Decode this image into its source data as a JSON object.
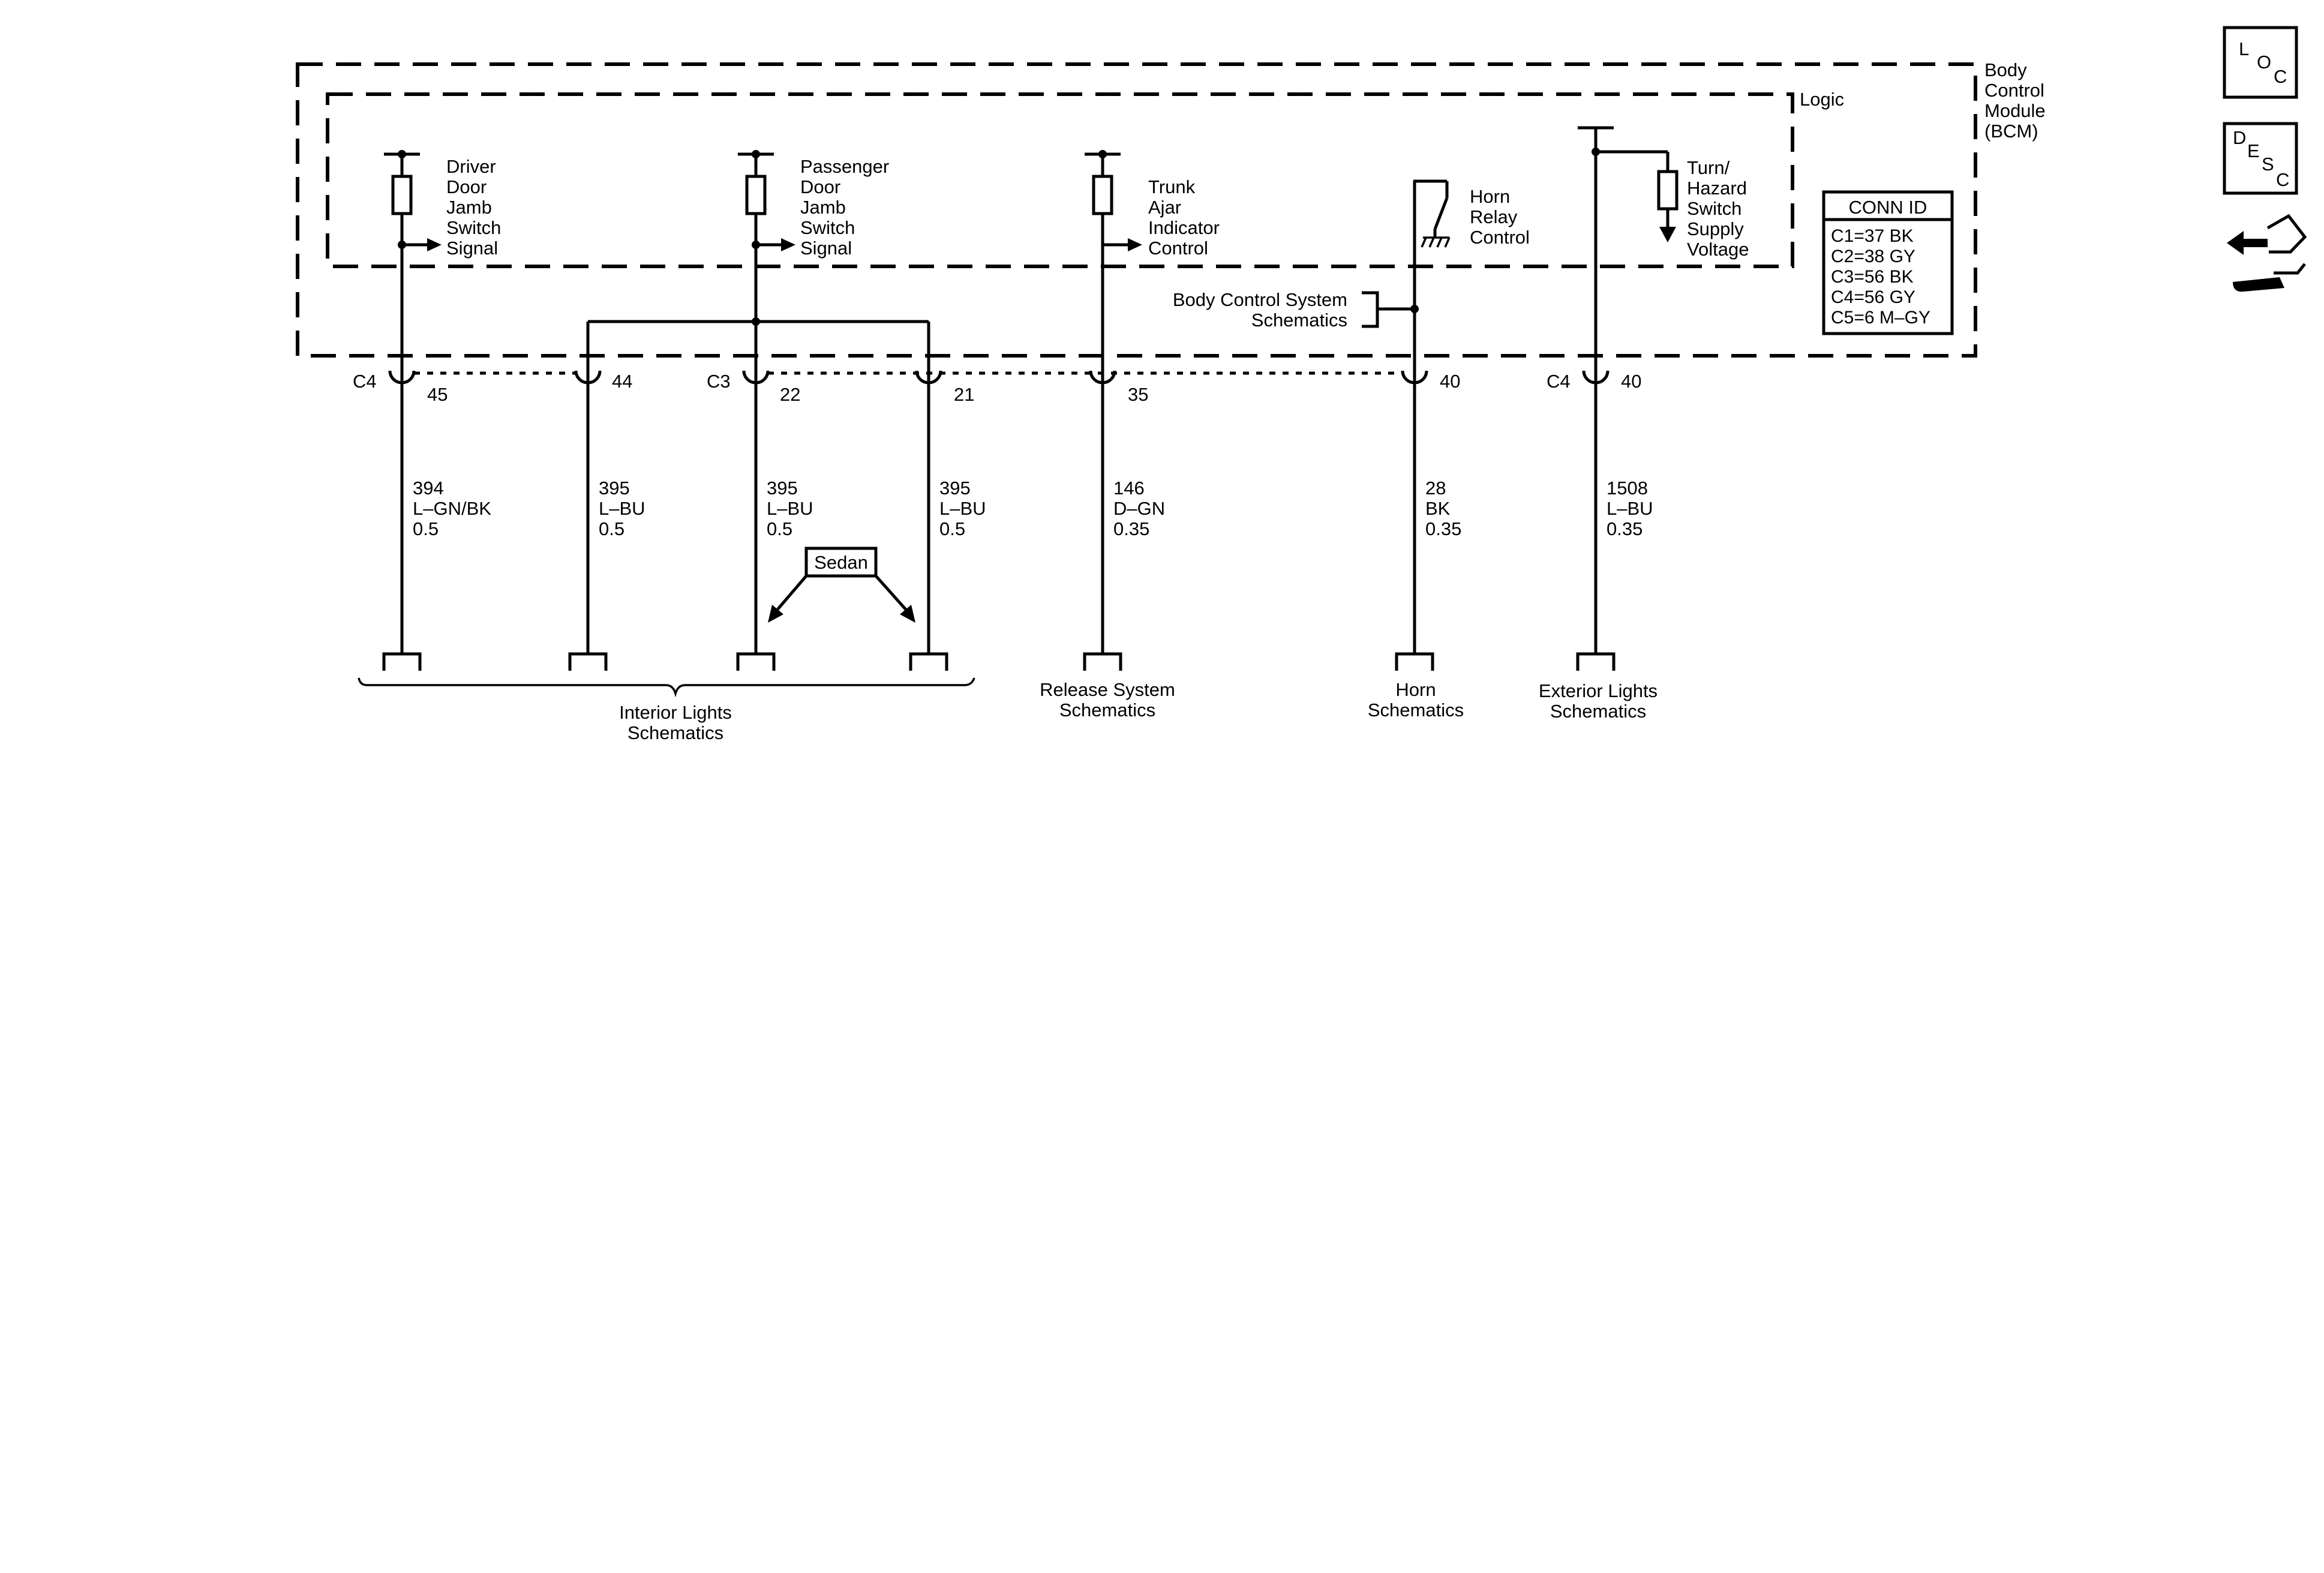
{
  "module": {
    "name_lines": [
      "Body",
      "Control",
      "Module",
      "(BCM)"
    ],
    "logic_label": "Logic"
  },
  "conn_id": {
    "title": "CONN ID",
    "rows": [
      "C1=37 BK",
      "C2=38 GY",
      "C3=56 BK",
      "C4=56 GY",
      "C5=6 M–GY"
    ]
  },
  "side_icons": {
    "loc": [
      "L",
      "O",
      "C"
    ],
    "desc": [
      "D",
      "E",
      "S",
      "C"
    ],
    "nav_icon": "connector-navigation-icon"
  },
  "circuits": {
    "driver": {
      "desc": [
        "Driver",
        "Door",
        "Jamb",
        "Switch",
        "Signal"
      ],
      "connector": "C4",
      "pin": "45",
      "wire": [
        "394",
        "L–GN/BK",
        "0.5"
      ]
    },
    "interior2": {
      "pin": "44",
      "wire": [
        "395",
        "L–BU",
        "0.5"
      ]
    },
    "passenger": {
      "desc": [
        "Passenger",
        "Door",
        "Jamb",
        "Switch",
        "Signal"
      ],
      "connector": "C3",
      "pin": "22",
      "wire": [
        "395",
        "L–BU",
        "0.5"
      ]
    },
    "interior4": {
      "pin": "21",
      "wire": [
        "395",
        "L–BU",
        "0.5"
      ]
    },
    "trunk": {
      "desc": [
        "Trunk",
        "Ajar",
        "Indicator",
        "Control"
      ],
      "pin": "35",
      "wire": [
        "146",
        "D–GN",
        "0.35"
      ]
    },
    "horn": {
      "desc": [
        "Horn",
        "Relay",
        "Control"
      ],
      "pin": "40",
      "wire": [
        "28",
        "BK",
        "0.35"
      ]
    },
    "turn": {
      "desc": [
        "Turn/",
        "Hazard",
        "Switch",
        "Supply",
        "Voltage"
      ],
      "connector": "C4",
      "pin": "40",
      "wire": [
        "1508",
        "L–BU",
        "0.35"
      ]
    }
  },
  "sedan_label": "Sedan",
  "body_control_ref": [
    "Body Control System",
    "Schematics"
  ],
  "destinations": {
    "interior": [
      "Interior Lights",
      "Schematics"
    ],
    "release": [
      "Release System",
      "Schematics"
    ],
    "horn": [
      "Horn",
      "Schematics"
    ],
    "exterior": [
      "Exterior Lights",
      "Schematics"
    ]
  }
}
